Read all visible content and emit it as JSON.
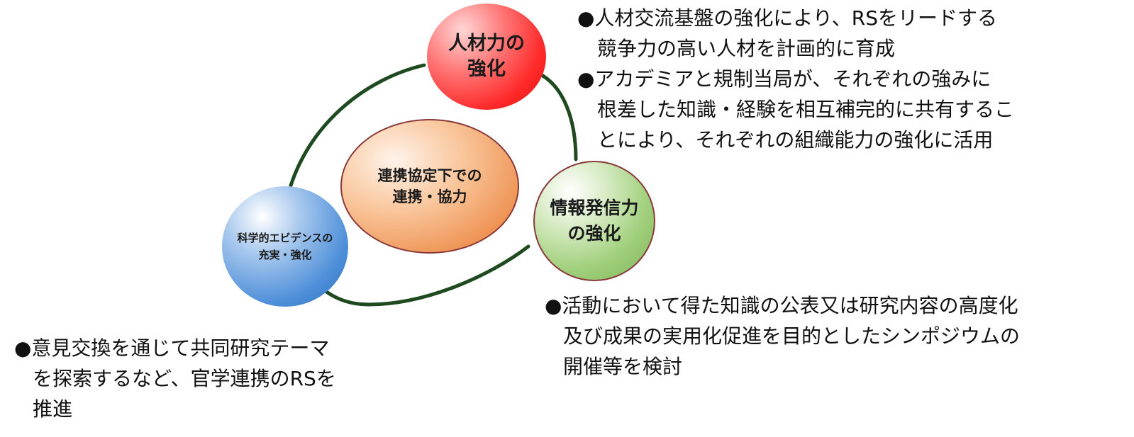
{
  "nodes": {
    "human_resources": {
      "lines": [
        "人材力の",
        "強化"
      ]
    },
    "information": {
      "lines": [
        "情報発信力",
        "の強化"
      ]
    },
    "evidence": {
      "lines": [
        "科学的エビデンスの",
        "充実・強化"
      ]
    },
    "cooperation": {
      "lines": [
        "連携協定下での",
        "連携・協力"
      ]
    }
  },
  "notes": {
    "top_right": [
      "●人材交流基盤の強化により、RSをリードする",
      "競争力の高い人材を計画的に育成",
      "●アカデミアと規制当局が、それぞれの強みに",
      "根差した知識・経験を相互補完的に共有するこ",
      "とにより、それぞれの組織能力の強化に活用"
    ],
    "bottom_right": [
      "●活動において得た知識の公表又は研究内容の高度化",
      "及び成果の実用化促進を目的としたシンポジウムの",
      "開催等を検討"
    ],
    "bottom_left": [
      "●意見交換を通じて共同研究テーマ",
      "を探索するなど、官学連携のRSを",
      "推進"
    ]
  },
  "colors": {
    "ring": "#1f4a1f",
    "red": "#ff2a2a",
    "green": "#9fcf7a",
    "blue": "#4e8fd9",
    "orange": "#ee9050"
  }
}
